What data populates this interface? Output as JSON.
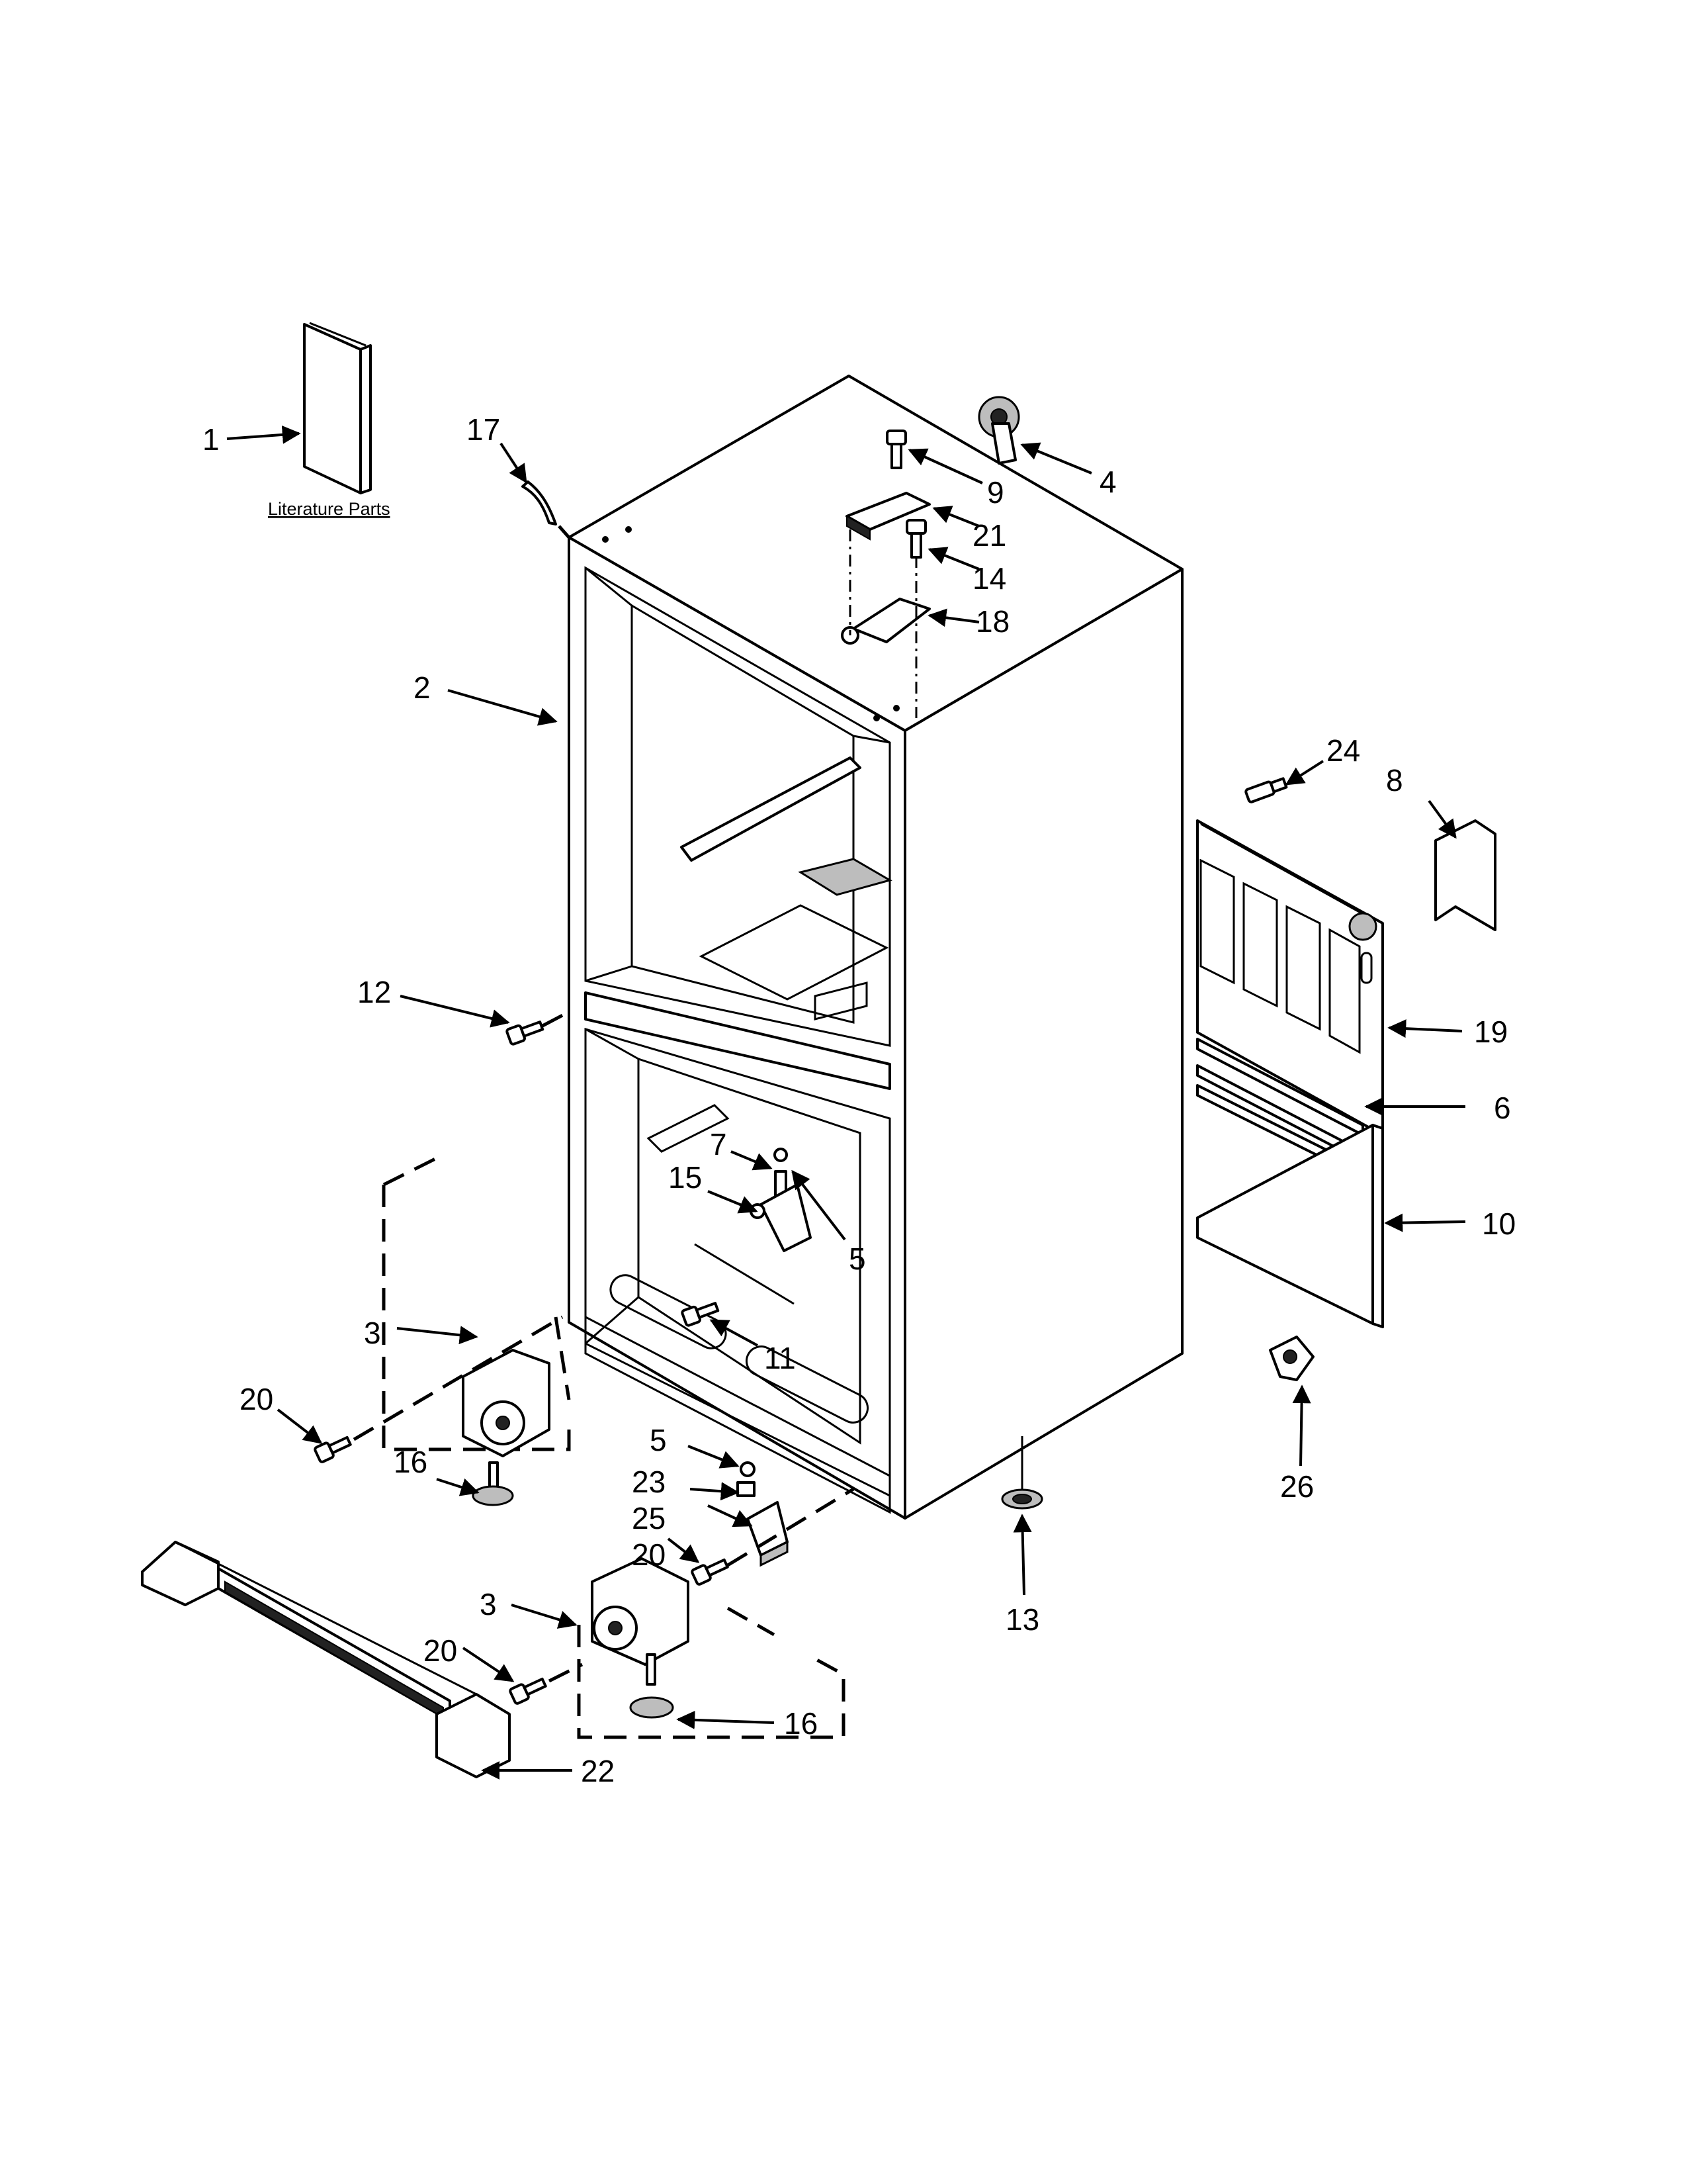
{
  "diagram": {
    "literature_caption": "Literature Parts",
    "callouts": [
      "1",
      "17",
      "4",
      "9",
      "21",
      "14",
      "18",
      "2",
      "24",
      "8",
      "19",
      "6",
      "10",
      "12",
      "7",
      "15",
      "5",
      "11",
      "3",
      "20",
      "16",
      "5",
      "23",
      "25",
      "20",
      "13",
      "26",
      "3",
      "20",
      "16",
      "22"
    ]
  }
}
